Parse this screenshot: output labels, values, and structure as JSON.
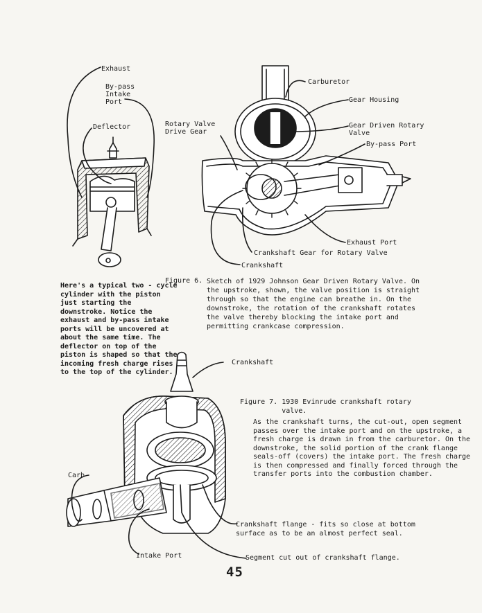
{
  "figure_left": {
    "labels": {
      "exhaust": "Exhaust",
      "bypass": "By-pass\nIntake\nPort",
      "deflector": "Deflector"
    },
    "description": "Here's a typical two - cycle cylinder with the piston just starting the downstroke. Notice the exhaust and by-pass intake ports will be uncovered at about the same time. The deflector on top of the piston is shaped so that the incoming fresh charge rises to the top of the cylinder."
  },
  "figure6": {
    "labels": {
      "carburetor": "Carburetor",
      "gear_housing": "Gear Housing",
      "rotary_valve_drive_gear": "Rotary Valve\nDrive Gear",
      "gear_driven_rotary_valve": "Gear Driven Rotary\nValve",
      "bypass_port": "By-pass Port",
      "exhaust_port": "Exhaust Port",
      "crankshaft_gear": "Crankshaft Gear for Rotary Valve",
      "crankshaft": "Crankshaft"
    },
    "caption_label": "Figure 6.",
    "caption": "Sketch of 1929 Johnson Gear Driven Rotary Valve. On the upstroke, shown, the valve position is straight through so that the engine can breathe in. On the downstroke, the rotation of the crankshaft rotates the valve thereby blocking the intake port and permitting crankcase compression."
  },
  "figure7": {
    "labels": {
      "crankshaft": "Crankshaft",
      "carb": "Carb",
      "intake_port": "Intake Port",
      "crankshaft_flange": "Crankshaft flange - fits so close at bottom\nsurface as to be an almost perfect seal.",
      "segment_cut": "Segment cut out of crankshaft flange."
    },
    "caption": "Figure 7. 1930 Evinrude crankshaft rotary\n          valve.",
    "description": "As the crankshaft turns, the cut-out, open segment passes over the intake port and on the upstroke, a fresh charge is drawn in from the carburetor. On the downstroke, the solid portion of the crank flange seals-off (covers) the intake port. The fresh charge is then compressed and finally forced through the transfer ports into the combustion chamber."
  },
  "page_number": "45"
}
